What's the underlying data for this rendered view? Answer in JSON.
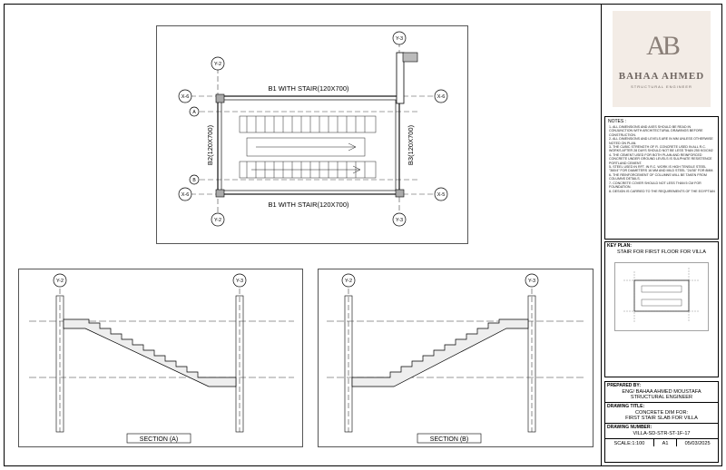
{
  "plan": {
    "beam_top": "B1 WITH STAIR(120X700)",
    "beam_bottom": "B1 WITH STAIR(120X700)",
    "beam_left": "B2(120X700)",
    "beam_right": "B3(120X700)",
    "grid_y2": "Y-2",
    "grid_y3": "Y-3",
    "grid_x6": "X-6",
    "grid_x5": "X-5",
    "grid_a": "A",
    "grid_b": "B"
  },
  "section_a": {
    "title": "SECTION (A)",
    "left_grid": "Y-2",
    "right_grid": "Y-3"
  },
  "section_b": {
    "title": "SECTION (B)",
    "left_grid": "Y-2",
    "right_grid": "Y-3"
  },
  "title_block": {
    "logo_monogram": "AB",
    "logo_name": "BAHAA AHMED",
    "logo_subtitle": "STRUCTURAL ENGINEER",
    "notes_title": "NOTES :",
    "notes": [
      "1- All dimensions and axes should be read in conjunction with architectural drawings before construction.",
      "2- All dimensions and levels are in MM unless otherwise noted on plan.",
      "3- The cubic strength of R. concrete used in all R.C. works after 28 days should not be less than 250 kg/cm2",
      "4- The cement used for both plain and reinforced concrete under ground levels is sulphate resistence portland cement.",
      "5- Steel used in RFT. in R.C. work is high tensile steel \"360/4\" for diameters 16 mm and mild steel \"24/36\" for 8mm.",
      "6- The reinforcement of columns will be taken from columns details.",
      "7- Concrete cover should not less than 5 cm for foundation.",
      "8- Design is carried to the requirements of the Egyptian"
    ],
    "key_plan_label": "KEY PLAN:",
    "key_plan_value": "STAIR FOR FIRST FLOOR FOR VILLA",
    "prepared_by_label": "PREPARED BY:",
    "prepared_by_line1": "ENG/ BAHAA AHMED MOUSTAFA",
    "prepared_by_line2": "STRUCTURAL ENGINEER",
    "drawing_title_label": "DRAWING TITLE:",
    "drawing_title_line1": "CONCRETE DIM FOR:",
    "drawing_title_line2": "FIRST STAIR SLAB FOR VILLA",
    "drawing_number_label": "DRAWING NUMBER:",
    "drawing_number": "VILLA-SD-STR-ST-1F-17",
    "scale": "SCALE:1:100",
    "sheet_size": "A1",
    "date": "05/03/2025"
  }
}
